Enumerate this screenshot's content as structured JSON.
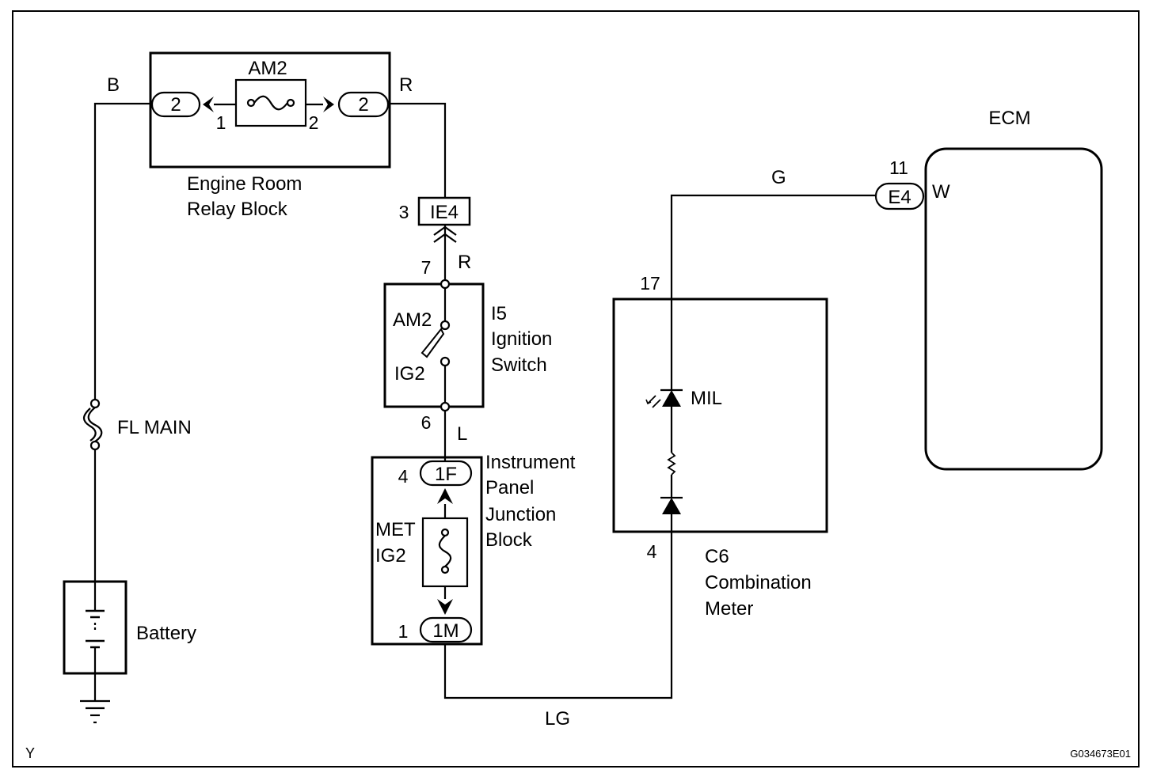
{
  "corner_label": "Y",
  "figure_code": "G034673E01",
  "wires": {
    "b": "B",
    "r_top": "R",
    "r_mid": "R",
    "l": "L",
    "g": "G",
    "lg": "LG",
    "w": "W"
  },
  "relay_block": {
    "name_line1": "Engine Room",
    "name_line2": "Relay Block",
    "fuse": "AM2",
    "left_connector": "2",
    "right_connector": "2",
    "left_pin": "1",
    "right_pin": "2"
  },
  "connector_ie4": {
    "name": "IE4",
    "pin": "3"
  },
  "ignition_switch": {
    "code": "I5",
    "name_line1": "Ignition",
    "name_line2": "Switch",
    "am2": "AM2",
    "ig2": "IG2",
    "top_pin": "7",
    "bottom_pin": "6"
  },
  "junction_block": {
    "name_line1": "Instrument",
    "name_line2": "Panel",
    "name_line3": "Junction",
    "name_line4": "Block",
    "fuse_line1": "MET",
    "fuse_line2": "IG2",
    "top_connector": "1F",
    "top_pin": "4",
    "bottom_connector": "1M",
    "bottom_pin": "1"
  },
  "fusible_link": "FL MAIN",
  "battery": "Battery",
  "combination_meter": {
    "code": "C6",
    "name_line1": "Combination",
    "name_line2": "Meter",
    "lamp": "MIL",
    "top_pin": "17",
    "bottom_pin": "4"
  },
  "ecm": {
    "name": "ECM",
    "connector": "E4",
    "pin": "11"
  }
}
